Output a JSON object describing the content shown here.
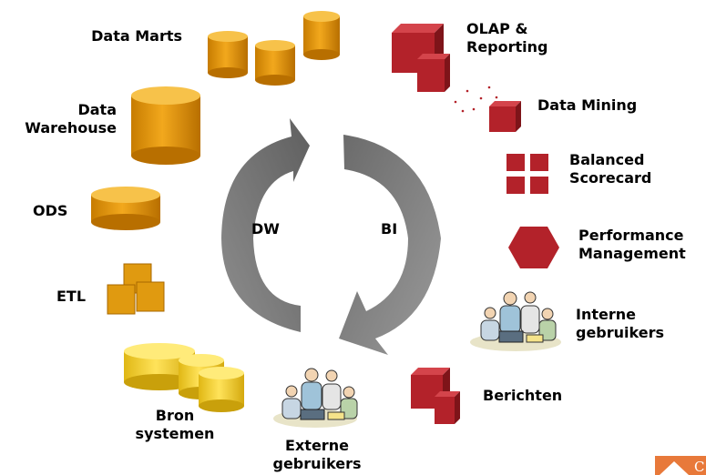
{
  "dw_side": {
    "data_marts": "Data Marts",
    "data_warehouse": [
      "Data",
      "Warehouse"
    ],
    "ods": "ODS",
    "etl": "ETL",
    "bron_systemen": [
      "Bron",
      "systemen"
    ]
  },
  "cycle": {
    "left": "DW",
    "right": "BI"
  },
  "bi_side": {
    "olap": [
      "OLAP &",
      "Reporting"
    ],
    "data_mining": "Data Mining",
    "balanced_scorecard": [
      "Balanced",
      "Scorecard"
    ],
    "performance_management": [
      "Performance",
      "Management"
    ],
    "interne_gebruikers": [
      "Interne",
      "gebruikers"
    ],
    "berichten": "Berichten",
    "externe_gebruikers": [
      "Externe",
      "gebruikers"
    ]
  },
  "logo_text": "C",
  "colors": {
    "orange": "#D98E04",
    "yellow": "#EFCB2C",
    "red": "#B3222A",
    "gray_arrow": "#7A7A7A"
  }
}
